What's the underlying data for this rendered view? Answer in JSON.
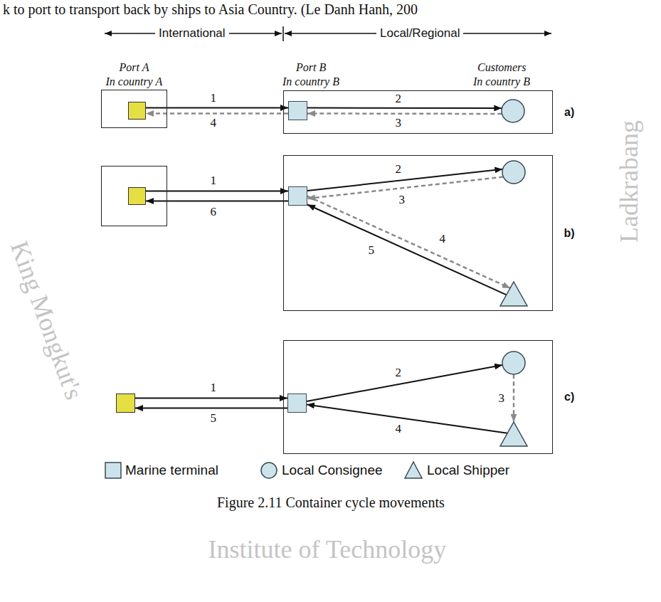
{
  "diagram": {
    "caption": "Figure 2.11 Container cycle movements",
    "nodes": [
      {
        "text": [
          "Port A",
          "In country A"
        ]
      },
      {
        "text": [],
        "in": 0
      },
      {
        "text": [
          "Port B",
          "In country B",
          "Customers",
          "In country B"
        ]
      },
      {
        "text": [],
        "in": 2
      },
      {
        "text": [],
        "in": 2
      },
      {
        "text": []
      },
      {
        "text": [],
        "in": 5
      },
      {
        "text": []
      },
      {
        "text": [],
        "in": 7
      },
      {
        "text": [],
        "in": 7
      },
      {
        "text": [],
        "in": 7
      },
      {
        "text": []
      },
      {
        "text": []
      },
      {
        "text": [],
        "in": 12
      },
      {
        "text": [],
        "in": 12
      },
      {
        "text": [],
        "in": 12
      }
    ],
    "edges": [
      {
        "from": 1,
        "to": 3,
        "arrow": "to",
        "label": "1"
      },
      {
        "from": 3,
        "to": 4,
        "arrow": "to",
        "label": "2"
      },
      {
        "from": 4,
        "to": 3,
        "arrow": "to",
        "label": "3"
      },
      {
        "from": 3,
        "to": 1,
        "arrow": "to",
        "label": "4"
      },
      {
        "from": 6,
        "to": 8,
        "arrow": "to",
        "label": "1"
      },
      {
        "from": 8,
        "to": 9,
        "arrow": "to",
        "label": "2"
      },
      {
        "from": 9,
        "to": 8,
        "arrow": "to",
        "label": "3"
      },
      {
        "from": 8,
        "to": 10,
        "arrow": "to",
        "label": "4"
      },
      {
        "from": 10,
        "to": 8,
        "arrow": "to",
        "label": "5"
      },
      {
        "from": 8,
        "to": 6,
        "arrow": "to",
        "label": "6"
      },
      {
        "from": 11,
        "to": 13,
        "arrow": "to",
        "label": "1"
      },
      {
        "from": 13,
        "to": 14,
        "arrow": "to",
        "label": "2"
      },
      {
        "from": 14,
        "to": 15,
        "arrow": "to",
        "label": "3"
      },
      {
        "from": 15,
        "to": 13,
        "arrow": "to",
        "label": "4"
      },
      {
        "from": 13,
        "to": 11,
        "arrow": "to",
        "label": "5"
      }
    ],
    "labels": [
      "k to port to transport back by ships to Asia Country. (Le Danh Hanh, 200",
      "International",
      "Local/Regional",
      "a)",
      "b)",
      "c)",
      "King Mongkut's",
      "Institute of Technology",
      "Ladkrabang"
    ],
    "legend": [
      {
        "text": "Marine terminal"
      },
      {
        "text": "Local Consignee"
      },
      {
        "text": "Local Shipper"
      }
    ]
  }
}
